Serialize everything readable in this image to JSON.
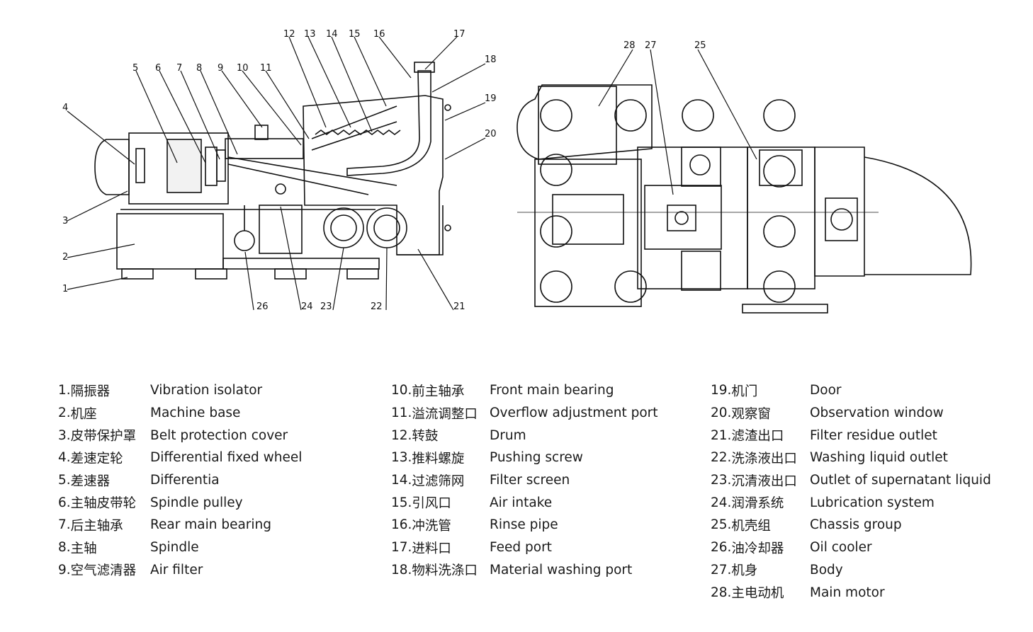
{
  "callouts": [
    "1",
    "2",
    "3",
    "4",
    "5",
    "6",
    "7",
    "8",
    "9",
    "10",
    "11",
    "12",
    "13",
    "14",
    "15",
    "16",
    "17",
    "18",
    "19",
    "20",
    "21",
    "22",
    "23",
    "24",
    "25",
    "26",
    "27",
    "28"
  ],
  "legend": [
    [
      {
        "num": "1.",
        "zh": "隔振器",
        "en": "Vibration isolator"
      },
      {
        "num": "2.",
        "zh": "机座",
        "en": "Machine base"
      },
      {
        "num": "3.",
        "zh": "皮带保护罩",
        "en": "Belt protection cover"
      },
      {
        "num": "4.",
        "zh": "差速定轮",
        "en": "Differential fixed wheel"
      },
      {
        "num": "5.",
        "zh": "差速器",
        "en": "Differentia"
      },
      {
        "num": "6.",
        "zh": "主轴皮带轮",
        "en": "Spindle pulley"
      },
      {
        "num": "7.",
        "zh": "后主轴承",
        "en": "Rear main bearing"
      },
      {
        "num": "8.",
        "zh": "主轴",
        "en": "Spindle"
      },
      {
        "num": "9.",
        "zh": "空气滤清器",
        "en": "Air filter"
      }
    ],
    [
      {
        "num": "10.",
        "zh": "前主轴承",
        "en": "Front main bearing"
      },
      {
        "num": "11.",
        "zh": "溢流调整口",
        "en": "Overflow adjustment port"
      },
      {
        "num": "12.",
        "zh": "转鼓",
        "en": "Drum"
      },
      {
        "num": "13.",
        "zh": "推料螺旋",
        "en": "Pushing screw"
      },
      {
        "num": "14.",
        "zh": "过滤筛网",
        "en": "Filter screen"
      },
      {
        "num": "15.",
        "zh": "引风口",
        "en": "Air intake"
      },
      {
        "num": "16.",
        "zh": "冲洗管",
        "en": "Rinse pipe"
      },
      {
        "num": "17.",
        "zh": "进料口",
        "en": "Feed port"
      },
      {
        "num": "18.",
        "zh": "物料洗涤口",
        "en": "Material washing port"
      }
    ],
    [
      {
        "num": "19.",
        "zh": "机门",
        "en": "Door"
      },
      {
        "num": "20.",
        "zh": "观察窗",
        "en": "Observation window"
      },
      {
        "num": "21.",
        "zh": "滤渣出口",
        "en": "Filter residue outlet"
      },
      {
        "num": "22.",
        "zh": "洗涤液出口",
        "en": "Washing liquid outlet"
      },
      {
        "num": "23.",
        "zh": "沉清液出口",
        "en": "Outlet of supernatant liquid"
      },
      {
        "num": "24.",
        "zh": "润滑系统",
        "en": "Lubrication system"
      },
      {
        "num": "25.",
        "zh": "机壳组",
        "en": "Chassis group"
      },
      {
        "num": "26.",
        "zh": "油冷却器",
        "en": "Oil cooler"
      },
      {
        "num": "27.",
        "zh": "机身",
        "en": "Body"
      },
      {
        "num": "28.",
        "zh": "主电动机",
        "en": "Main motor"
      }
    ]
  ]
}
